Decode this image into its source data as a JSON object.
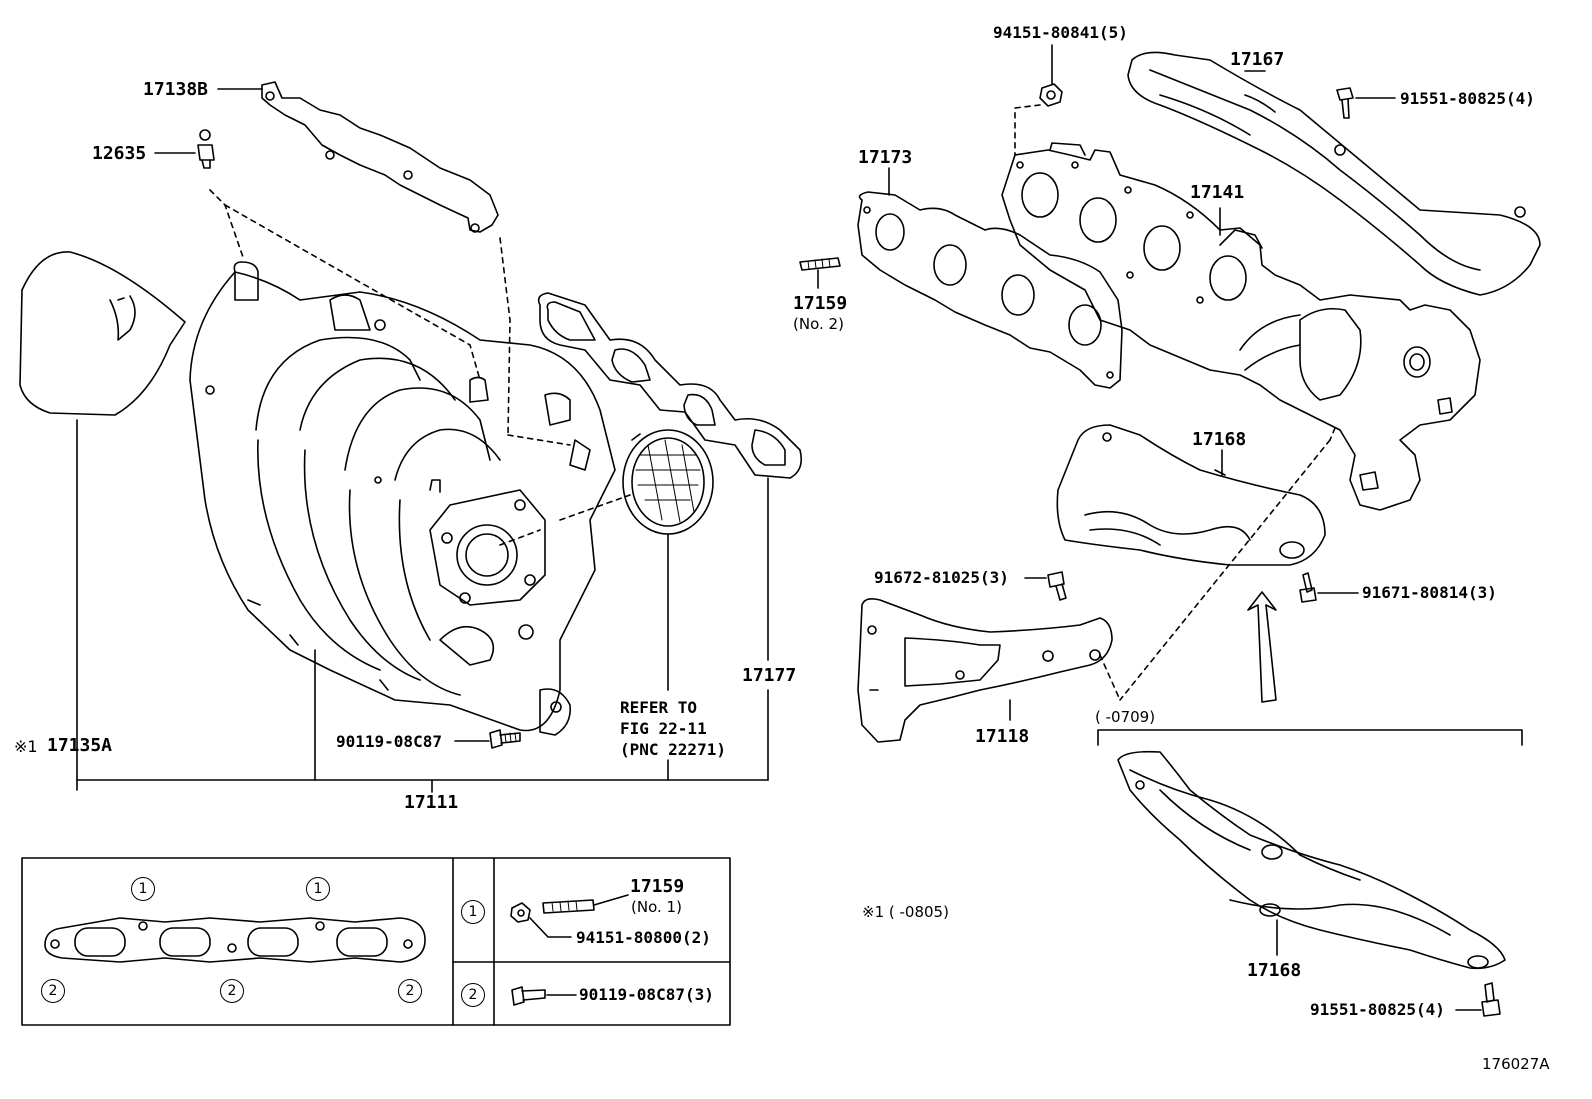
{
  "labels": {
    "p17138B": "17138B",
    "p12635": "12635",
    "p17135A": "17135A",
    "mark_note1": "※1",
    "p17111": "17111",
    "p17177": "17177",
    "p90119_main": "90119-08C87",
    "refer_1": "REFER TO",
    "refer_2": "FIG 22-11",
    "refer_3": "(PNC 22271)",
    "p94151_80841": "94151-80841(5)",
    "p17167": "17167",
    "p91551_top": "91551-80825(4)",
    "p17173": "17173",
    "p17141": "17141",
    "p17159_no2": "17159",
    "no2": "(No. 2)",
    "p17168_upper": "17168",
    "p91672": "91672-81025(3)",
    "p91671": "91671-80814(3)",
    "p17118": "17118",
    "date_0709": "(    -0709)",
    "note_0805": "※1 (    -0805)",
    "p17168_lower": "17168",
    "p91551_bottom": "91551-80825(4)",
    "figure_code": "176027A"
  },
  "legend": {
    "circle_1": "1",
    "circle_2": "2",
    "row1_part": "17159",
    "row1_sub": "(No. 1)",
    "row1_nut": "94151-80800(2)",
    "row2_bolt": "90119-08C87(3)"
  }
}
